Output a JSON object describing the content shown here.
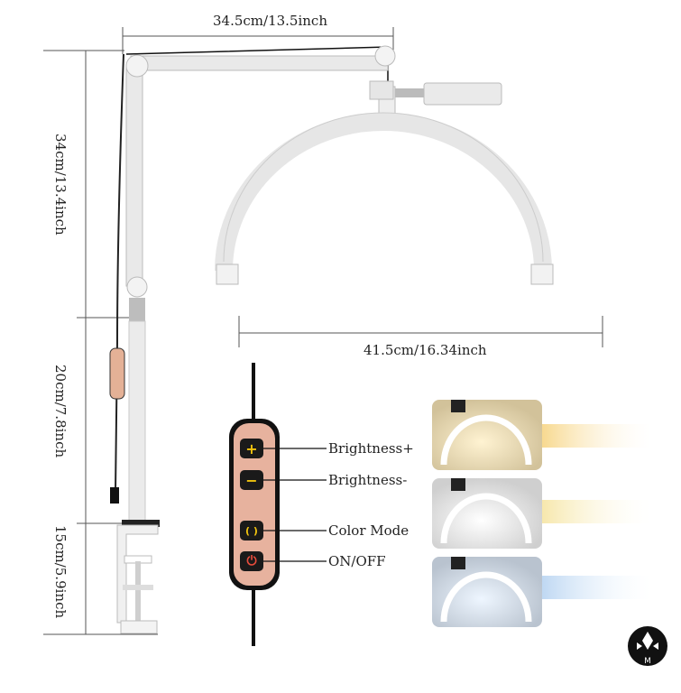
{
  "dimensions": {
    "top_width": "34.5cm/13.5inch",
    "arc_width": "41.5cm/16.34inch",
    "upper_arm": "34cm/13.4inch",
    "mid_pole": "20cm/7.8inch",
    "clamp": "15cm/5.9inch"
  },
  "controller": {
    "buttons": [
      {
        "label": "Brightness+",
        "symbol": "+"
      },
      {
        "label": "Brightness-",
        "symbol": "−"
      },
      {
        "label": "Color Mode",
        "symbol": "( )"
      },
      {
        "label": "ON/OFF",
        "symbol": "⏻"
      }
    ]
  },
  "color_modes": [
    {
      "name": "warm",
      "color": "#f7d78a"
    },
    {
      "name": "neutral",
      "color": "#f6e6a8"
    },
    {
      "name": "cool",
      "color": "#bcd6f2"
    }
  ]
}
